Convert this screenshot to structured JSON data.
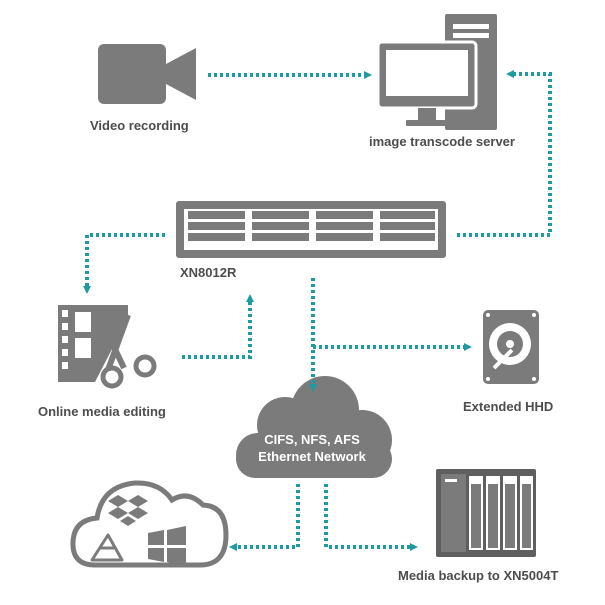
{
  "nodes": {
    "video_recording": {
      "label": "Video recording",
      "icon": "video-camera-icon"
    },
    "transcode_server": {
      "label": "image transcode server",
      "icon": "desktop-computer-icon"
    },
    "nas": {
      "label": "XN8012R",
      "icon": "rack-nas-icon"
    },
    "media_editing": {
      "label": "Online media editing",
      "icon": "film-scissors-icon"
    },
    "extended_hdd": {
      "label": "Extended HHD",
      "icon": "hard-disk-icon"
    },
    "network": {
      "line1": "CIFS, NFS, AFS",
      "line2": "Ethernet Network",
      "icon": "cloud-icon"
    },
    "cloud_services": {
      "icon": "cloud-services-icon",
      "services": [
        "dropbox-icon",
        "google-drive-icon",
        "windows-icon"
      ]
    },
    "backup": {
      "label": "Media backup to XN5004T",
      "icon": "tower-nas-icon"
    }
  },
  "colors": {
    "icon_gray": "#7b7b7b",
    "dark_gray": "#5f5f5f",
    "connector_teal": "#1e9aa3",
    "label_text": "#4d4d4d",
    "background": "#ffffff"
  }
}
